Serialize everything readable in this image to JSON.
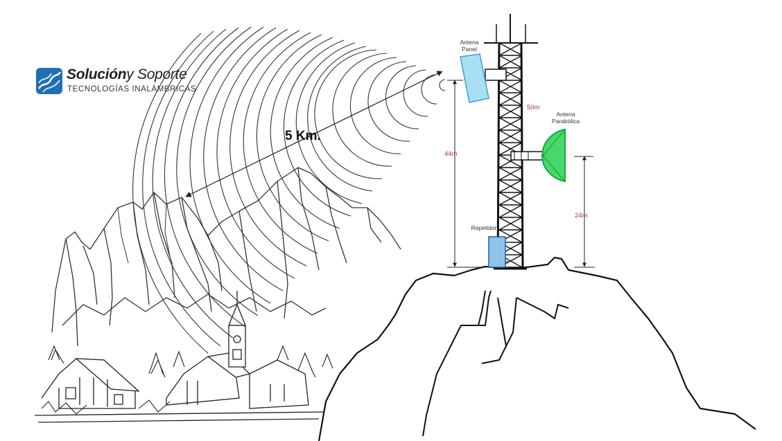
{
  "logo": {
    "brand_bold": "Solución",
    "brand_rest": "y Soporte",
    "tagline": "TECNOLOGÍAS INALÁMBRICAS"
  },
  "diagram": {
    "distance": "5 Km.",
    "panel_antenna_label_1": "Antena",
    "panel_antenna_label_2": "Panel",
    "dish_antenna_label_1": "Antena",
    "dish_antenna_label_2": "Parabólica",
    "repeater_label": "Repetidor",
    "height_tower": "50m",
    "height_panel": "44m",
    "height_dish": "24m"
  },
  "colors": {
    "panel_fill": "#a9dff3",
    "panel_stroke": "#3aa0c8",
    "dish_fill": "#46d86a",
    "dish_stroke": "#1aa83a",
    "repeater_fill": "#8fc3ee",
    "dimension_text": "#b03030"
  }
}
